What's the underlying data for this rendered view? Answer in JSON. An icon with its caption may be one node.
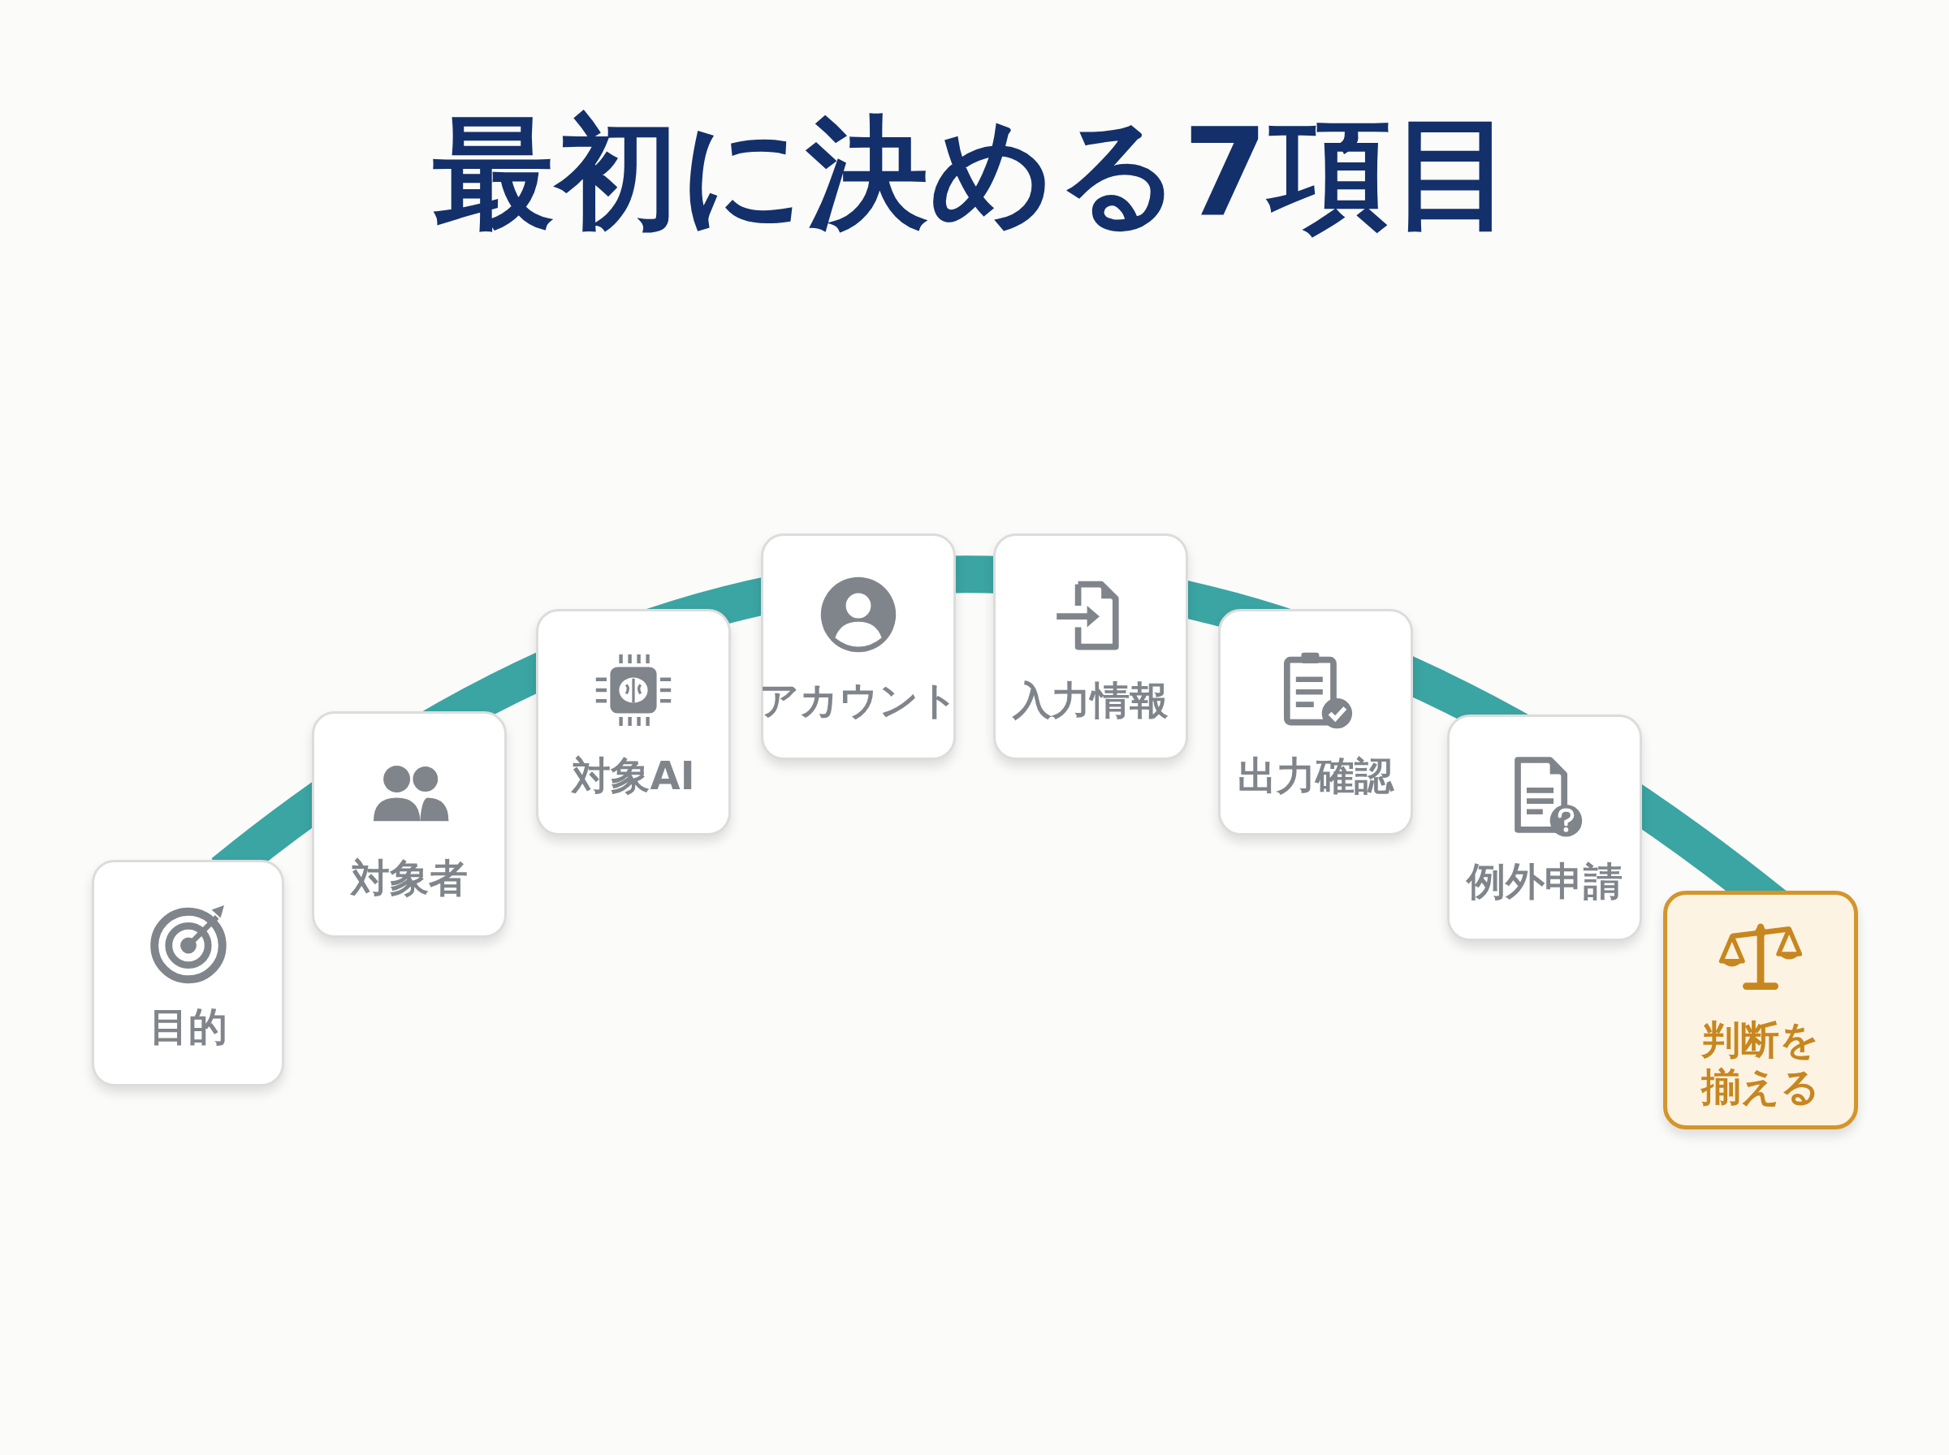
{
  "diagram": {
    "title": "最初に決める7項目",
    "nodes": [
      {
        "text": [
          "目的"
        ]
      },
      {
        "text": [
          "対象者"
        ]
      },
      {
        "text": [
          "対象AI"
        ]
      },
      {
        "text": [
          "アカウント"
        ]
      },
      {
        "text": [
          "入力情報"
        ]
      },
      {
        "text": [
          "出力確認"
        ]
      },
      {
        "text": [
          "例外申請"
        ]
      },
      {
        "text": [
          "判断を揃える"
        ]
      }
    ]
  }
}
